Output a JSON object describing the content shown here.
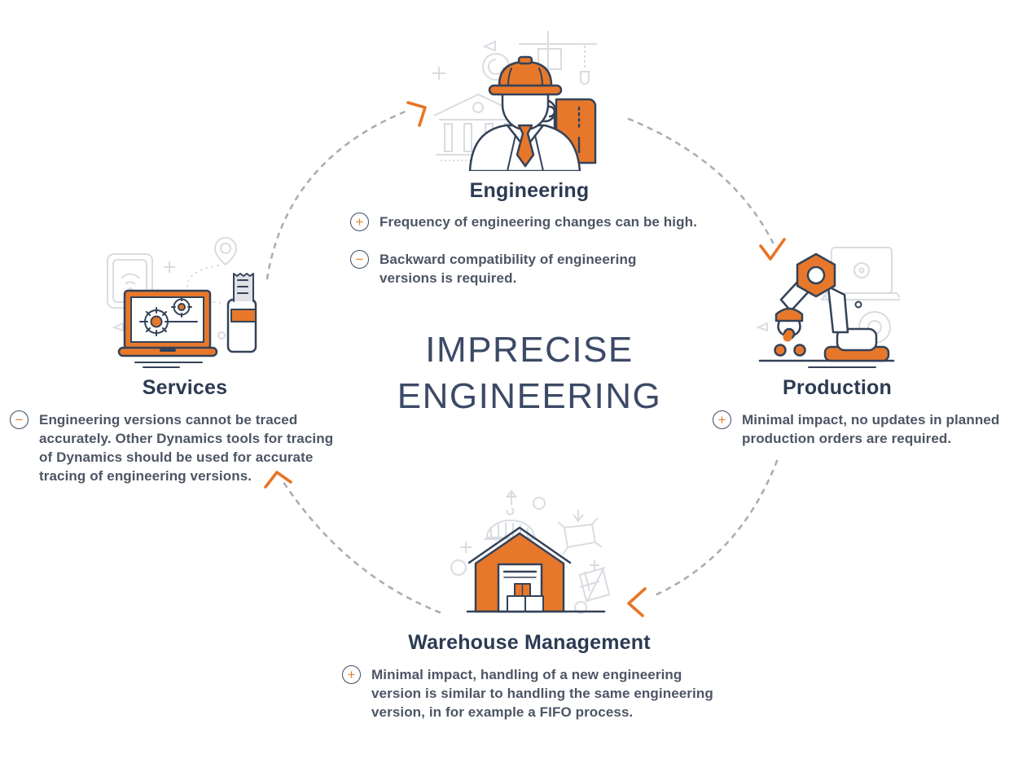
{
  "center": {
    "line1": "IMPRECISE",
    "line2": "ENGINEERING"
  },
  "colors": {
    "accent_orange": "#E7782B",
    "navy": "#344258",
    "title_navy": "#2C3B53",
    "body_text": "#4D5565",
    "background_gray": "#D9DCE1",
    "dash_gray": "#A9AEB6"
  },
  "sections": [
    {
      "id": "engineering",
      "title": "Engineering",
      "icon": "engineer-with-blueprint-icon",
      "points": [
        {
          "sign": "plus",
          "glyph": "+",
          "text": "Frequency of engineering changes can be high."
        },
        {
          "sign": "minus",
          "glyph": "−",
          "text": "Backward compatibility of engineering versions is required."
        }
      ]
    },
    {
      "id": "production",
      "title": "Production",
      "icon": "robot-arm-icon",
      "points": [
        {
          "sign": "plus",
          "glyph": "+",
          "text": "Minimal impact, no updates in planned production orders are required."
        }
      ]
    },
    {
      "id": "warehouse",
      "title": "Warehouse Management",
      "icon": "warehouse-building-icon",
      "points": [
        {
          "sign": "plus",
          "glyph": "+",
          "text": "Minimal impact, handling of a new engineering version is similar to handling the same engineering version, in for example a FIFO process."
        }
      ]
    },
    {
      "id": "services",
      "title": "Services",
      "icon": "laptop-gears-icon",
      "points": [
        {
          "sign": "minus",
          "glyph": "−",
          "text": "Engineering versions cannot be traced accurately. Other Dynamics tools for tracing of Dynamics should be used for accurate tracing of engineering versions."
        }
      ]
    }
  ]
}
